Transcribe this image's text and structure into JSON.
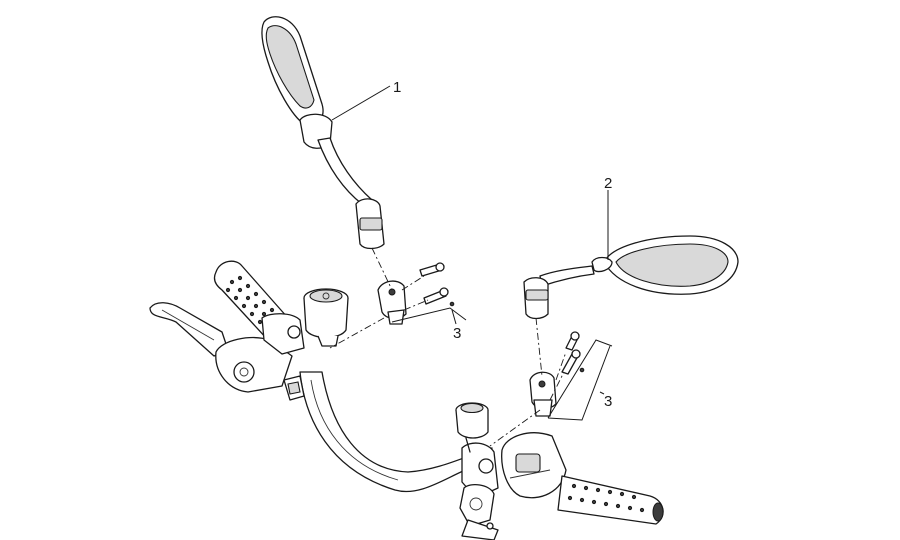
{
  "callouts": {
    "left_mirror": "1",
    "right_mirror": "2",
    "left_bracket_kit": "3",
    "right_bracket_kit": "3"
  },
  "colors": {
    "line": "#1a1a1a",
    "fill_light": "#d9d9d9",
    "fill_dark": "#3c3c3c",
    "background": "#ffffff"
  }
}
